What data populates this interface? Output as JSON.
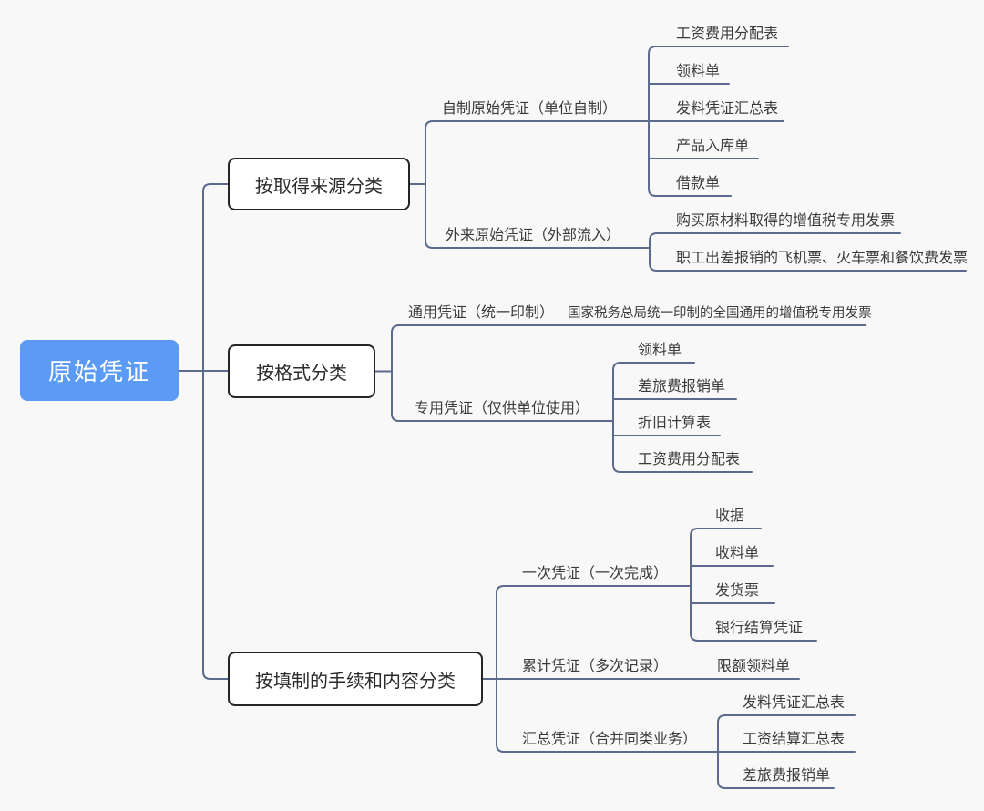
{
  "colors": {
    "background": "#f8f8f8",
    "connector": "#5b6a8d",
    "root_bg": "#5b9bf6",
    "root_text": "#ffffff",
    "box_border": "#252525",
    "box_bg": "#ffffff",
    "text": "#3b3b3b"
  },
  "root": {
    "label": "原始凭证"
  },
  "branches": [
    {
      "label": "按取得来源分类",
      "children": [
        {
          "label": "自制原始凭证（单位自制）",
          "children": [
            {
              "label": "工资费用分配表"
            },
            {
              "label": "领料单"
            },
            {
              "label": "发料凭证汇总表"
            },
            {
              "label": "产品入库单"
            },
            {
              "label": "借款单"
            }
          ]
        },
        {
          "label": "外来原始凭证（外部流入）",
          "children": [
            {
              "label": "购买原材料取得的增值税专用发票"
            },
            {
              "label": "职工出差报销的飞机票、火车票和餐饮费发票"
            }
          ]
        }
      ]
    },
    {
      "label": "按格式分类",
      "children": [
        {
          "label": "通用凭证（统一印制）",
          "children": [
            {
              "label": "国家税务总局统一印制的全国通用的增值税专用发票"
            }
          ]
        },
        {
          "label": "专用凭证（仅供单位使用）",
          "children": [
            {
              "label": "领料单"
            },
            {
              "label": "差旅费报销单"
            },
            {
              "label": "折旧计算表"
            },
            {
              "label": "工资费用分配表"
            }
          ]
        }
      ]
    },
    {
      "label": "按填制的手续和内容分类",
      "children": [
        {
          "label": "一次凭证（一次完成）",
          "children": [
            {
              "label": "收据"
            },
            {
              "label": "收料单"
            },
            {
              "label": "发货票"
            },
            {
              "label": "银行结算凭证"
            }
          ]
        },
        {
          "label": "累计凭证（多次记录）",
          "children": [
            {
              "label": "限额领料单"
            }
          ]
        },
        {
          "label": "汇总凭证（合并同类业务）",
          "children": [
            {
              "label": "发料凭证汇总表"
            },
            {
              "label": "工资结算汇总表"
            },
            {
              "label": "差旅费报销单"
            }
          ]
        }
      ]
    }
  ]
}
